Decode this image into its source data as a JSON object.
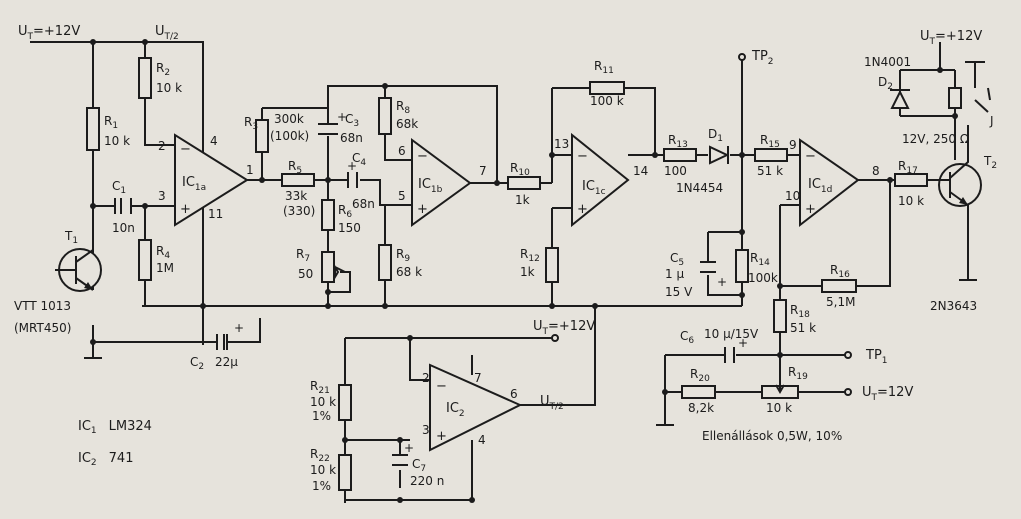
{
  "supplies": {
    "ut_top_left": "U",
    "ut_top_left_sub": "T",
    "ut_top_left_val": "=+12V",
    "ut_half_top": "U",
    "ut_half_top_sub": "T/2",
    "ut_relay": "U",
    "ut_relay_sub": "T",
    "ut_relay_val": "=+12V",
    "ut_mid": "U",
    "ut_mid_sub": "T",
    "ut_mid_val": "=+12V",
    "ut_half_out": "U",
    "ut_half_out_sub": "T/2",
    "ut_right": "U",
    "ut_right_sub": "T",
    "ut_right_val": "=12V"
  },
  "testpoints": {
    "tp2": "TP",
    "tp2_sub": "2",
    "tp1": "TP",
    "tp1_sub": "1"
  },
  "opamps": {
    "ic1a": "IC",
    "ic1a_sub": "1a",
    "ic1b": "IC",
    "ic1b_sub": "1b",
    "ic1c": "IC",
    "ic1c_sub": "1c",
    "ic1d": "IC",
    "ic1d_sub": "1d",
    "ic2": "IC",
    "ic2_sub": "2"
  },
  "pins": {
    "ic1a_2": "2",
    "ic1a_3": "3",
    "ic1a_4": "4",
    "ic1a_11": "11",
    "ic1a_1": "1",
    "ic1b_6": "6",
    "ic1b_5": "5",
    "ic1b_7": "7",
    "ic1c_13": "13",
    "ic1c_14": "14",
    "ic1d_9": "9",
    "ic1d_10": "10",
    "ic1d_8": "8",
    "ic2_2": "2",
    "ic2_3": "3",
    "ic2_7": "7",
    "ic2_4": "4",
    "ic2_6": "6",
    "relay_contact": "J"
  },
  "components": {
    "r1": "R",
    "r1_sub": "1",
    "r1_val": "10 k",
    "r2": "R",
    "r2_sub": "2",
    "r2_val": "10 k",
    "r3": "R",
    "r3_sub": "3",
    "r3_val": "300k",
    "r3_alt": "(100k)",
    "r4": "R",
    "r4_sub": "4",
    "r4_val": "1M",
    "r5": "R",
    "r5_sub": "5",
    "r5_val": "33k",
    "r5_alt": "(330)",
    "r6": "R",
    "r6_sub": "6",
    "r6_val": "150",
    "r7": "R",
    "r7_sub": "7",
    "r7_val": "50",
    "r8": "R",
    "r8_sub": "8",
    "r8_val": "68k",
    "r9": "R",
    "r9_sub": "9",
    "r9_val": "68 k",
    "r10": "R",
    "r10_sub": "10",
    "r10_val": "1k",
    "r11": "R",
    "r11_sub": "11",
    "r11_val": "100 k",
    "r12": "R",
    "r12_sub": "12",
    "r12_val": "1k",
    "r13": "R",
    "r13_sub": "13",
    "r13_val": "100",
    "r14": "R",
    "r14_sub": "14",
    "r14_val": "100k",
    "r15": "R",
    "r15_sub": "15",
    "r15_val": "51 k",
    "r16": "R",
    "r16_sub": "16",
    "r16_val": "5,1M",
    "r17": "R",
    "r17_sub": "17",
    "r17_val": "10 k",
    "r18": "R",
    "r18_sub": "18",
    "r18_val": "51 k",
    "r19": "R",
    "r19_sub": "19",
    "r19_val": "10 k",
    "r20": "R",
    "r20_sub": "20",
    "r20_val": "8,2k",
    "r21": "R",
    "r21_sub": "21",
    "r21_val": "10 k",
    "r21_tol": "1%",
    "r22": "R",
    "r22_sub": "22",
    "r22_val": "10 k",
    "r22_tol": "1%",
    "c1": "C",
    "c1_sub": "1",
    "c1_val": "10n",
    "c2": "C",
    "c2_sub": "2",
    "c2_val": "22µ",
    "c3": "C",
    "c3_sub": "3",
    "c3_val": "68n",
    "c4": "C",
    "c4_sub": "4",
    "c4_val": "68n",
    "c5": "C",
    "c5_sub": "5",
    "c5_val": "1 µ",
    "c5_volt": "15 V",
    "c6": "C",
    "c6_sub": "6",
    "c6_val": "10 µ/15V",
    "c7": "C",
    "c7_sub": "7",
    "c7_val": "220 n",
    "d1": "D",
    "d1_sub": "1",
    "d1_part": "1N4454",
    "d2": "D",
    "d2_sub": "2",
    "d2_part": "1N4001",
    "t1": "T",
    "t1_sub": "1",
    "t1_part": "VTT 1013",
    "t1_alt": "(MRT450)",
    "t2": "T",
    "t2_sub": "2",
    "t2_part": "2N3643",
    "relay": "12V, 250 Ω"
  },
  "notes": {
    "ic1_label": "IC",
    "ic1_sub": "1",
    "ic1_part": "LM324",
    "ic2_label": "IC",
    "ic2_sub": "2",
    "ic2_part": "741",
    "resistors": "Ellenállások  0,5W,  10%"
  }
}
